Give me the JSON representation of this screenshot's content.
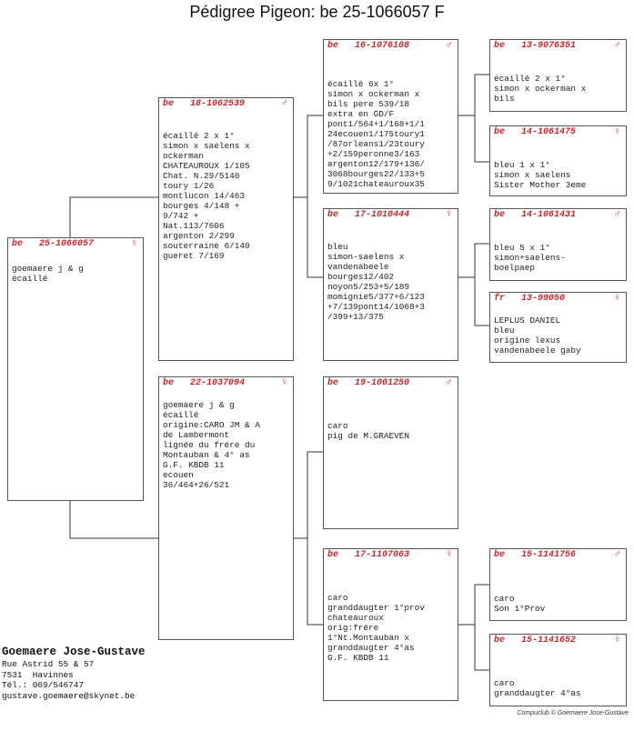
{
  "title": "Pédigree Pigeon: be  25-1066057 F",
  "pigeons": {
    "subject": {
      "country": "be",
      "ring": "25-1066057",
      "sex": "♀",
      "text": "goemaere j & g\nécaillé"
    },
    "sire": {
      "country": "be",
      "ring": "18-1062539",
      "sex": "♂",
      "text": "écaillé 2 x 1°\nsimon x saelens x\nockerman\nCHATEAUROUX 1/105\nChat. N.29/5140\ntoury 1/26\nmontlucon 14/463\nbourges 4/148 +\n9/742 +\nNat.113/7606\nargenton 2/299\nsouterraine 6/140\ngueret 7/169"
    },
    "dam": {
      "country": "be",
      "ring": "22-1037094",
      "sex": "♀",
      "text": "goemaere j & g\nécaillé\norigine:CARO JM & A\nde Lambermont\nlignée du frére du\nMontauban & 4° as\nG.F. KBDB 11\necouen\n36/464+26/521"
    },
    "ss": {
      "country": "be",
      "ring": "16-1076108",
      "sex": "♂",
      "text": "écaillé 6x 1°\nsimon x ockerman x\nbils pere 539/18\nextra en GD/F\npont1/564+1/168+1/1\n24ecouen1/175toury1\n/87orleans1/23toury\n+2/159peronne3/163\nargenton12/179+136/\n3068bourges22/133+5\n9/1021chateauroux35"
    },
    "sd": {
      "country": "be",
      "ring": "17-1010444",
      "sex": "♀",
      "text": "bleu\nsimon-saelens x\nvandenabeele\nbourges12/402\nnoyon5/253+5/189\nmomignie5/377+6/123\n+7/139pont14/1068+3\n/399+13/375"
    },
    "ds": {
      "country": "be",
      "ring": "19-1001250",
      "sex": "♂",
      "text": "caro\npig de M.GRAEVEN"
    },
    "dd": {
      "country": "be",
      "ring": "17-1107063",
      "sex": "♀",
      "text": "caro\ngranddaugter 1°prov\nchateauroux\norig:frére\n1°Nt.Montauban x\ngranddaugter 4°as\nG.F. KBDB 11"
    },
    "sss": {
      "country": "be",
      "ring": "13-9076351",
      "sex": "♂",
      "text": "écaillé 2 x 1°\nsimon x ockerman x\nbils"
    },
    "ssd": {
      "country": "be",
      "ring": "14-1061475",
      "sex": "♀",
      "text": "bleu 1 x 1°\nsimon x saelens\nSister Mother 3eme"
    },
    "sds": {
      "country": "be",
      "ring": "14-1061431",
      "sex": "♂",
      "text": "bleu 5 x 1°\nsimon+saelens-\nboelpaep"
    },
    "sdd": {
      "country": "fr",
      "ring": "13-99050",
      "sex": "♀",
      "text": "LEPLUS DANIEL\nbleu\norigine lexus\nvandenabeele gaby"
    },
    "dds": {
      "country": "be",
      "ring": "15-1141756",
      "sex": "♂",
      "text": "caro\nSon 1°Prov"
    },
    "ddd": {
      "country": "be",
      "ring": "15-1141652",
      "sex": "♀",
      "text": "caro\ngranddaugter 4°as"
    }
  },
  "owner": {
    "name": "Goemaere Jose-Gustave",
    "address": "Rue Astrid 55 & 57",
    "city": "7531  Havinnes",
    "phone": "Tél.: 069/546747",
    "email": "gustave.goemaere@skynet.be"
  },
  "credit": "Compuclub © Goemaere Jose-Gustave",
  "colors": {
    "ring_header": "#c0282d",
    "border": "#555555"
  }
}
